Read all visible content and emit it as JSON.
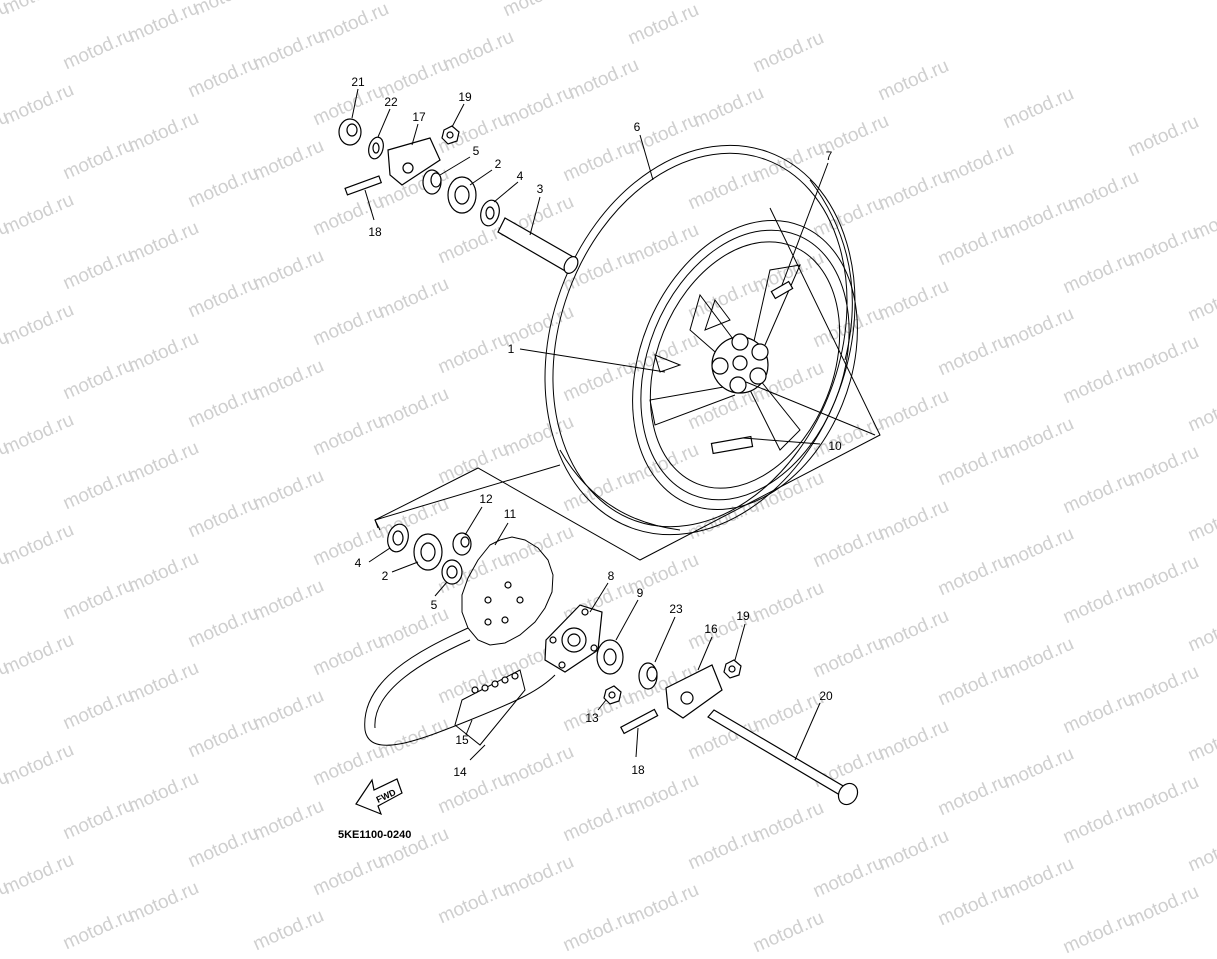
{
  "watermark": "motod.ru",
  "diagram_code": "5KE1100-0240",
  "fwd_label": "FWD",
  "callouts": [
    "1",
    "2",
    "3",
    "4",
    "5",
    "6",
    "7",
    "8",
    "9",
    "10",
    "11",
    "12",
    "13",
    "14",
    "15",
    "16",
    "17",
    "18",
    "19",
    "20",
    "21",
    "22",
    "23"
  ],
  "colors": {
    "ink": "#000000",
    "watermark": "#cfcfcf",
    "background": "#ffffff"
  }
}
